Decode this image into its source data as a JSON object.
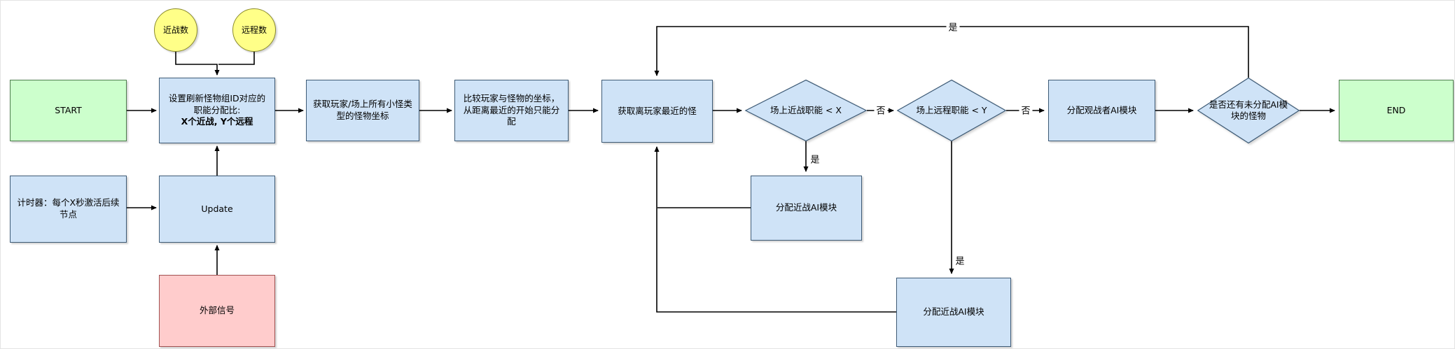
{
  "diagram": {
    "nodes": {
      "start": {
        "label": "START"
      },
      "end": {
        "label": "END"
      },
      "melee_count": {
        "label": "近战数"
      },
      "ranged_count": {
        "label": "远程数"
      },
      "set_ratio": {
        "label_text": "设置刷新怪物组ID对应的职能分配比:",
        "label_bold": "X个近战, Y个远程"
      },
      "get_coords": {
        "label": "获取玩家/场上所有小怪类型的怪物坐标"
      },
      "compare": {
        "label": "比较玩家与怪物的坐标，从距离最近的开始只能分配"
      },
      "get_nearest": {
        "label": "获取离玩家最近的怪"
      },
      "melee_check": {
        "label": "场上近战职能 < X"
      },
      "ranged_check": {
        "label": "场上远程职能 < Y"
      },
      "assign_spectator": {
        "label": "分配观战者AI模块"
      },
      "remaining_check": {
        "label": "是否还有未分配AI模块的怪物"
      },
      "timer": {
        "label": "计时器：每个X秒激活后续节点"
      },
      "update": {
        "label": "Update"
      },
      "external_signal": {
        "label": "外部信号"
      },
      "assign_melee_1": {
        "label": "分配近战AI模块"
      },
      "assign_melee_2": {
        "label": "分配近战AI模块"
      }
    },
    "edge_labels": {
      "loop_yes": "是",
      "melee_no": "否",
      "melee_yes": "是",
      "ranged_no": "否",
      "ranged_yes": "是"
    },
    "colors": {
      "process_fill": "#cfe3f7",
      "process_border": "#3d5a75",
      "terminal_fill": "#ccffcc",
      "terminal_border": "#4d7d4d",
      "count_fill": "#ffff88",
      "count_border": "#8a8a2a",
      "signal_fill": "#ffcccc",
      "signal_border": "#a05050",
      "line": "#000000"
    }
  }
}
